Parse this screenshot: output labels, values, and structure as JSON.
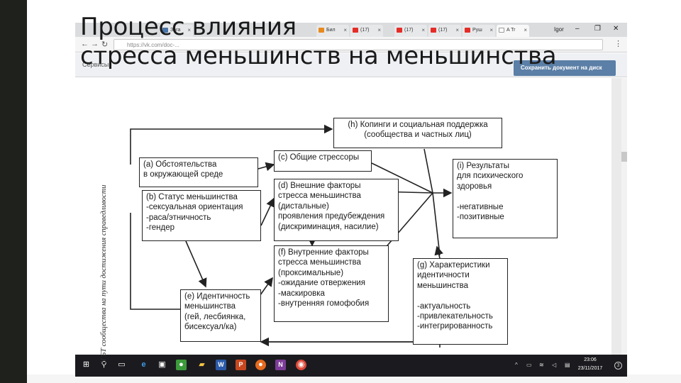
{
  "slide": {
    "title_line1": "Процесс влияния",
    "title_line2": "стресса меньшинств на меньшинства"
  },
  "browser": {
    "tabs": [
      {
        "label": "Зага",
        "color": "#4a76a8"
      },
      {
        "label": "Бил",
        "color": "#e8891d"
      },
      {
        "label": "(17)",
        "color": "#e52d27"
      },
      {
        "label": "(17)",
        "color": "#e52d27"
      },
      {
        "label": "(17)",
        "color": "#e52d27"
      },
      {
        "label": "Руш",
        "color": "#e52d27"
      },
      {
        "label": "A Tr",
        "color": "#ffffff"
      }
    ],
    "user_label": "Igor",
    "url": "https://vk.com/doc-...",
    "bookmarks_text": "Сервисы",
    "save_button": "Сохранить документ на диск",
    "window_controls": [
      "–",
      "❐",
      "✕"
    ]
  },
  "diagram": {
    "rotated_text": "ЛГБТ сообщества на пути достижения справедливости",
    "boxes": {
      "h": "(h) Копинги и социальная поддержка\n(сообщества и частных лиц)",
      "a": "(a) Обстоятельства\nв окружающей среде",
      "c": "(c) Общие стрессоры",
      "i": "(i) Результаты\nдля психического\nздоровья\n\n-негативные\n-позитивные",
      "b": "(b) Статус меньшинства\n-сексуальная ориентация\n-раса/этничность\n-гендер",
      "d": "(d) Внешние факторы\n     стресса меньшинства\n     (дистальные)\nпроявления предубеждения\n(дискриминация, насилие)",
      "f": "(f) Внутренние факторы\n     стресса меньшинства\n     (проксимальные)\n-ожидание отвержения\n-маскировка\n-внутренняя гомофобия",
      "g": "(g) Характеристики\n     идентичности\n     меньшинства\n\n-актуальность\n-привлекательность\n-интегрированность",
      "e": "(e) Идентичность\n     меньшинства\n(гей, лесбиянка,\nбисексуал/ка)"
    }
  },
  "taskbar": {
    "time": "23:06",
    "date": "23/11/2017",
    "icons": [
      "windows-start",
      "search",
      "task-view",
      "edge",
      "store",
      "xbox",
      "folder",
      "word",
      "powerpoint",
      "firefox",
      "onenote",
      "chrome"
    ]
  },
  "colors": {
    "slide_bar": "#1e211c",
    "save_button": "#5b7fa6",
    "taskbar": "#1b1b1f"
  }
}
